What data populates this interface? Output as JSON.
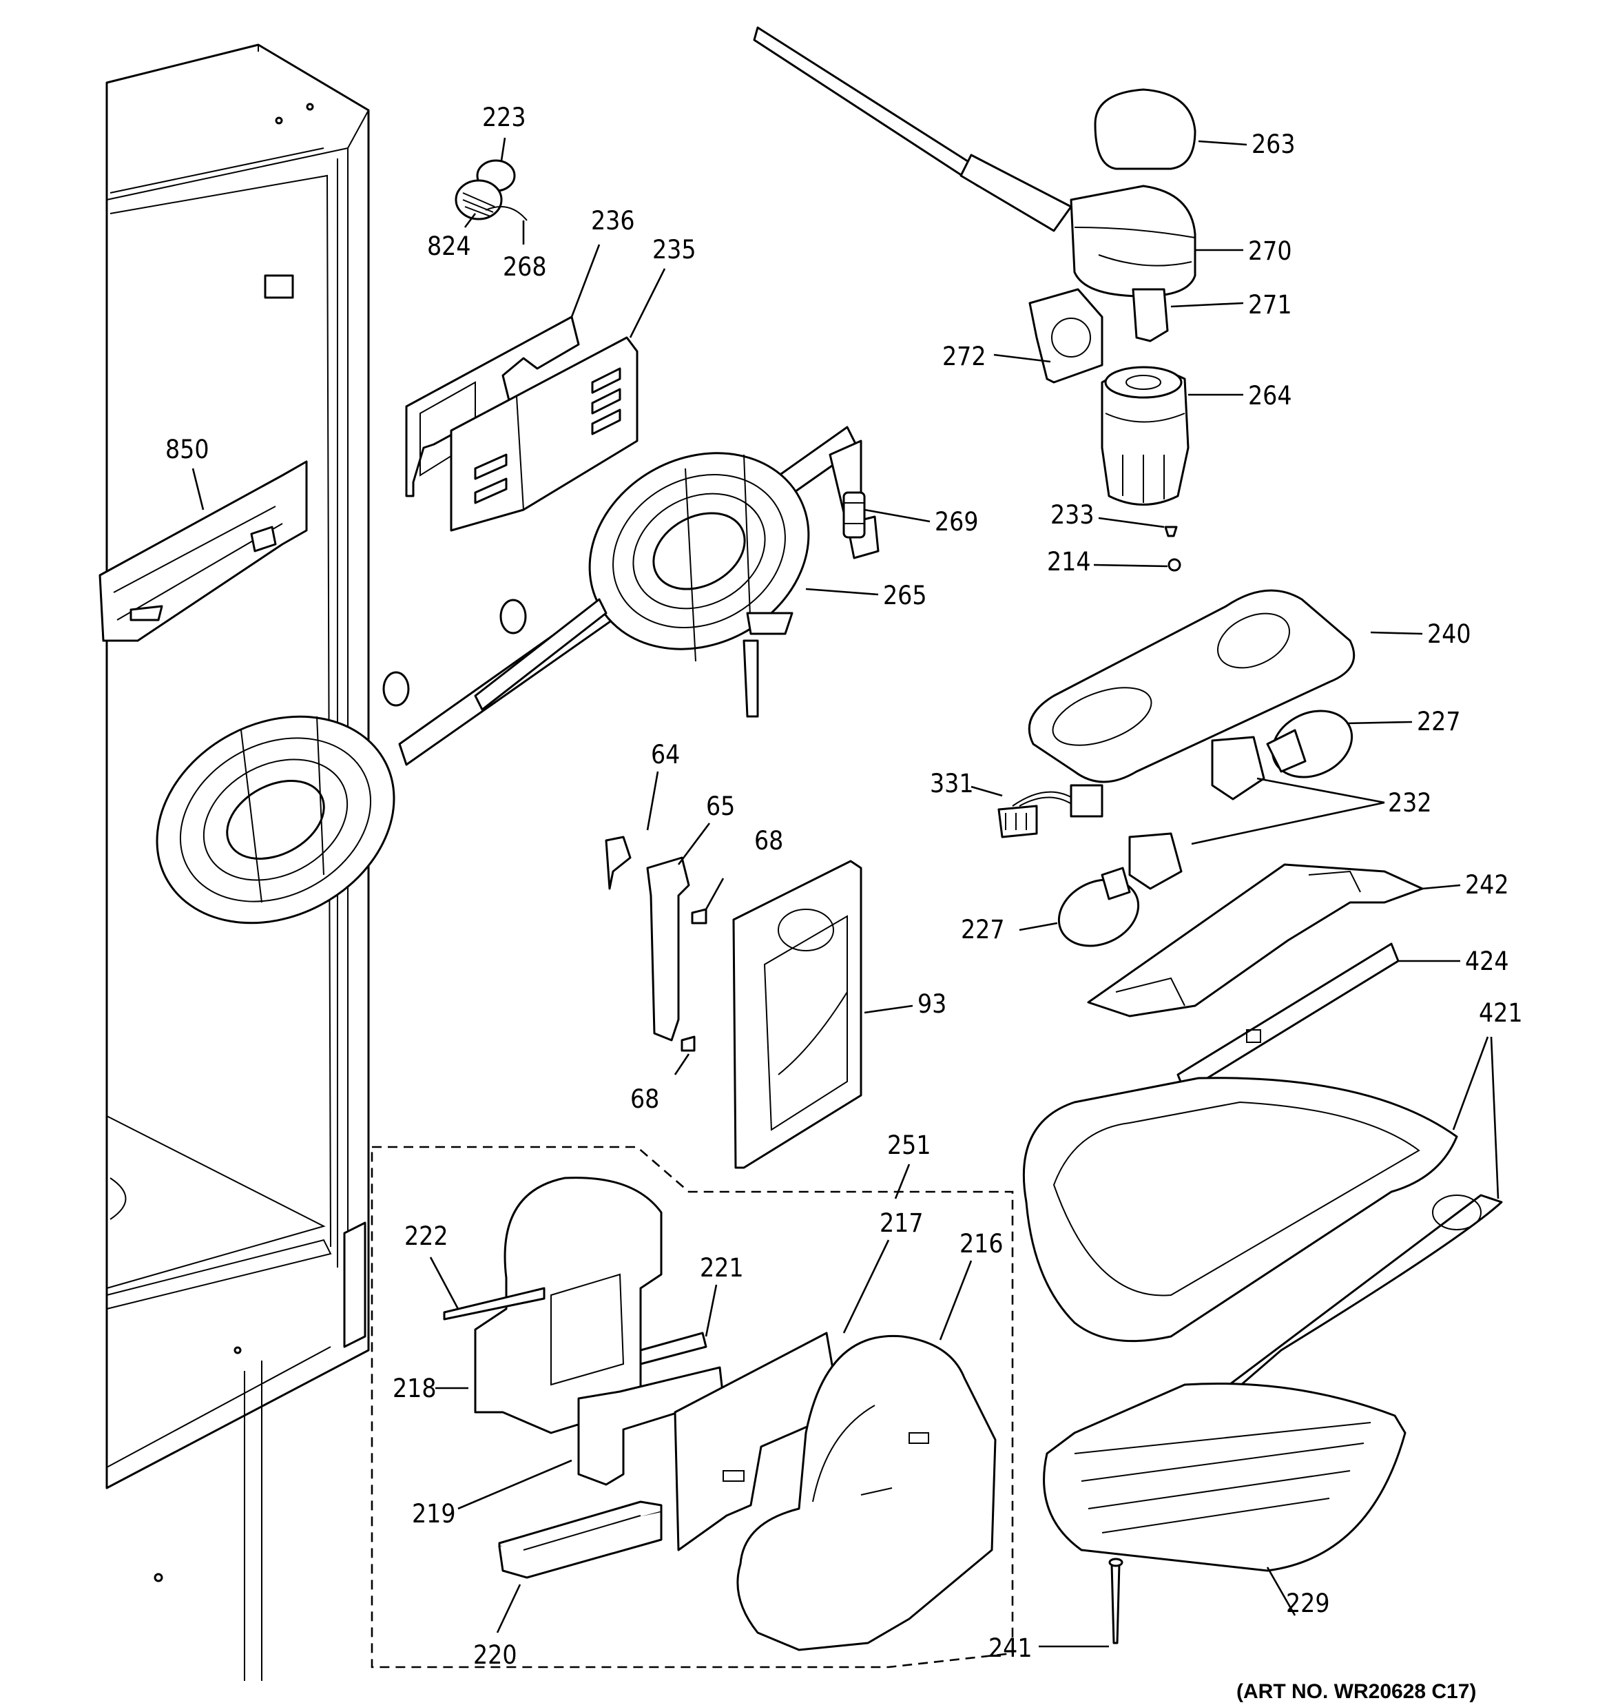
{
  "diagram": {
    "art_number": "(ART NO. WR20628 C17)",
    "callouts": [
      "223",
      "824",
      "268",
      "236",
      "235",
      "850",
      "263",
      "270",
      "271",
      "272",
      "264",
      "233",
      "214",
      "269",
      "265",
      "240",
      "227",
      "331",
      "232",
      "242",
      "227",
      "424",
      "64",
      "65",
      "68",
      "68",
      "93",
      "421",
      "251",
      "222",
      "217",
      "216",
      "221",
      "218",
      "219",
      "220",
      "229",
      "241"
    ]
  }
}
